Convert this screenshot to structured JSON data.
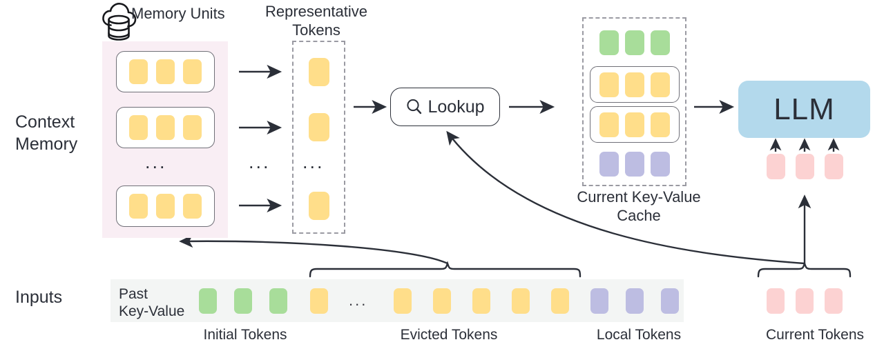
{
  "diagram": {
    "title": "Context Memory retrieval-augmented KV cache pipeline",
    "row_labels": {
      "context_memory": "Context\nMemory",
      "inputs": "Inputs"
    },
    "headings": {
      "memory_units": "Memory Units",
      "representative_tokens": "Representative\nTokens",
      "kv_cache": "Current Key-Value\nCache"
    },
    "lookup": {
      "label": "Lookup",
      "icon": "search-icon"
    },
    "llm": {
      "label": "LLM",
      "color": "#b3d9ec"
    },
    "memory_units": {
      "ellipsis": "...",
      "units": [
        {
          "tokens": [
            "yellow",
            "yellow",
            "yellow"
          ]
        },
        {
          "tokens": [
            "yellow",
            "yellow",
            "yellow"
          ]
        },
        {
          "tokens": [
            "yellow",
            "yellow",
            "yellow"
          ]
        }
      ]
    },
    "representative_tokens": {
      "ellipsis": "...",
      "tokens": [
        "yellow",
        "yellow",
        "yellow"
      ]
    },
    "arrow_column_ellipsis": "...",
    "kv_cache_rows": [
      {
        "kind": "plain",
        "tokens": [
          "green",
          "green",
          "green"
        ]
      },
      {
        "kind": "bordered",
        "tokens": [
          "yellow",
          "yellow",
          "yellow"
        ]
      },
      {
        "kind": "bordered",
        "tokens": [
          "yellow",
          "yellow",
          "yellow"
        ]
      },
      {
        "kind": "plain",
        "tokens": [
          "purple",
          "purple",
          "purple"
        ]
      }
    ],
    "llm_input_tokens": [
      "pink",
      "pink",
      "pink"
    ],
    "inputs": {
      "past_key_value_label": "Past\nKey-Value",
      "ellipsis": "...",
      "sequence": [
        "green",
        "green",
        "green",
        "yellow",
        "ellipsis",
        "yellow",
        "yellow",
        "yellow",
        "yellow",
        "yellow",
        "purple",
        "purple",
        "purple"
      ],
      "current_tokens": [
        "pink",
        "pink",
        "pink"
      ]
    },
    "group_captions": {
      "initial": "Initial Tokens",
      "evicted": "Evicted Tokens",
      "local": "Local Tokens",
      "current": "Current Tokens"
    },
    "colors": {
      "token_yellow": "#ffde8a",
      "token_green": "#a8dd9a",
      "token_purple": "#bdbde2",
      "token_pink": "#fcd2d2",
      "llm_blue": "#b3d9ec",
      "memory_region_pink": "#f9eef4",
      "inputs_bar_gray": "#f3f5f4",
      "stroke_dark": "#2b2f38",
      "stroke_dashed": "#9a9aa2"
    }
  }
}
